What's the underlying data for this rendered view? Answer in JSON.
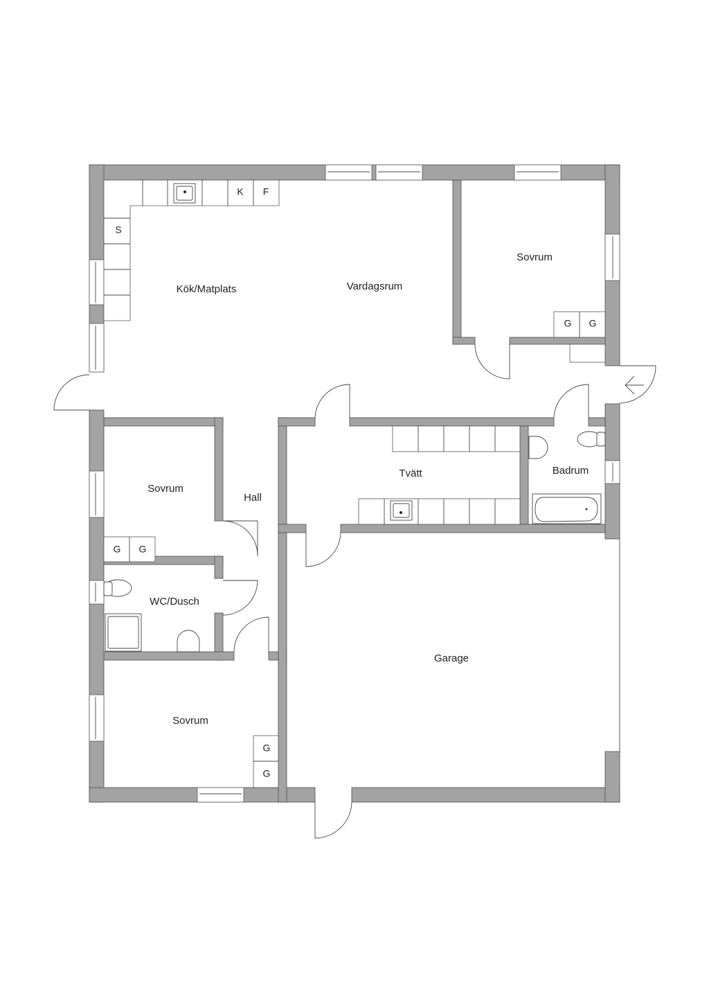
{
  "rooms": {
    "kitchen": "Kök/Matplats",
    "living": "Vardagsrum",
    "bedroom_ne": "Sovrum",
    "bedroom_w": "Sovrum",
    "hall": "Hall",
    "laundry": "Tvätt",
    "bathroom": "Badrum",
    "wc": "WC/Dusch",
    "bedroom_sw": "Sovrum",
    "garage": "Garage"
  },
  "appliances": {
    "stove": "S",
    "fridge_k": "K",
    "freezer_f": "F",
    "wardrobe": "G"
  },
  "colors": {
    "wall": "#a3a3a3",
    "outline": "#4a4a4a"
  }
}
